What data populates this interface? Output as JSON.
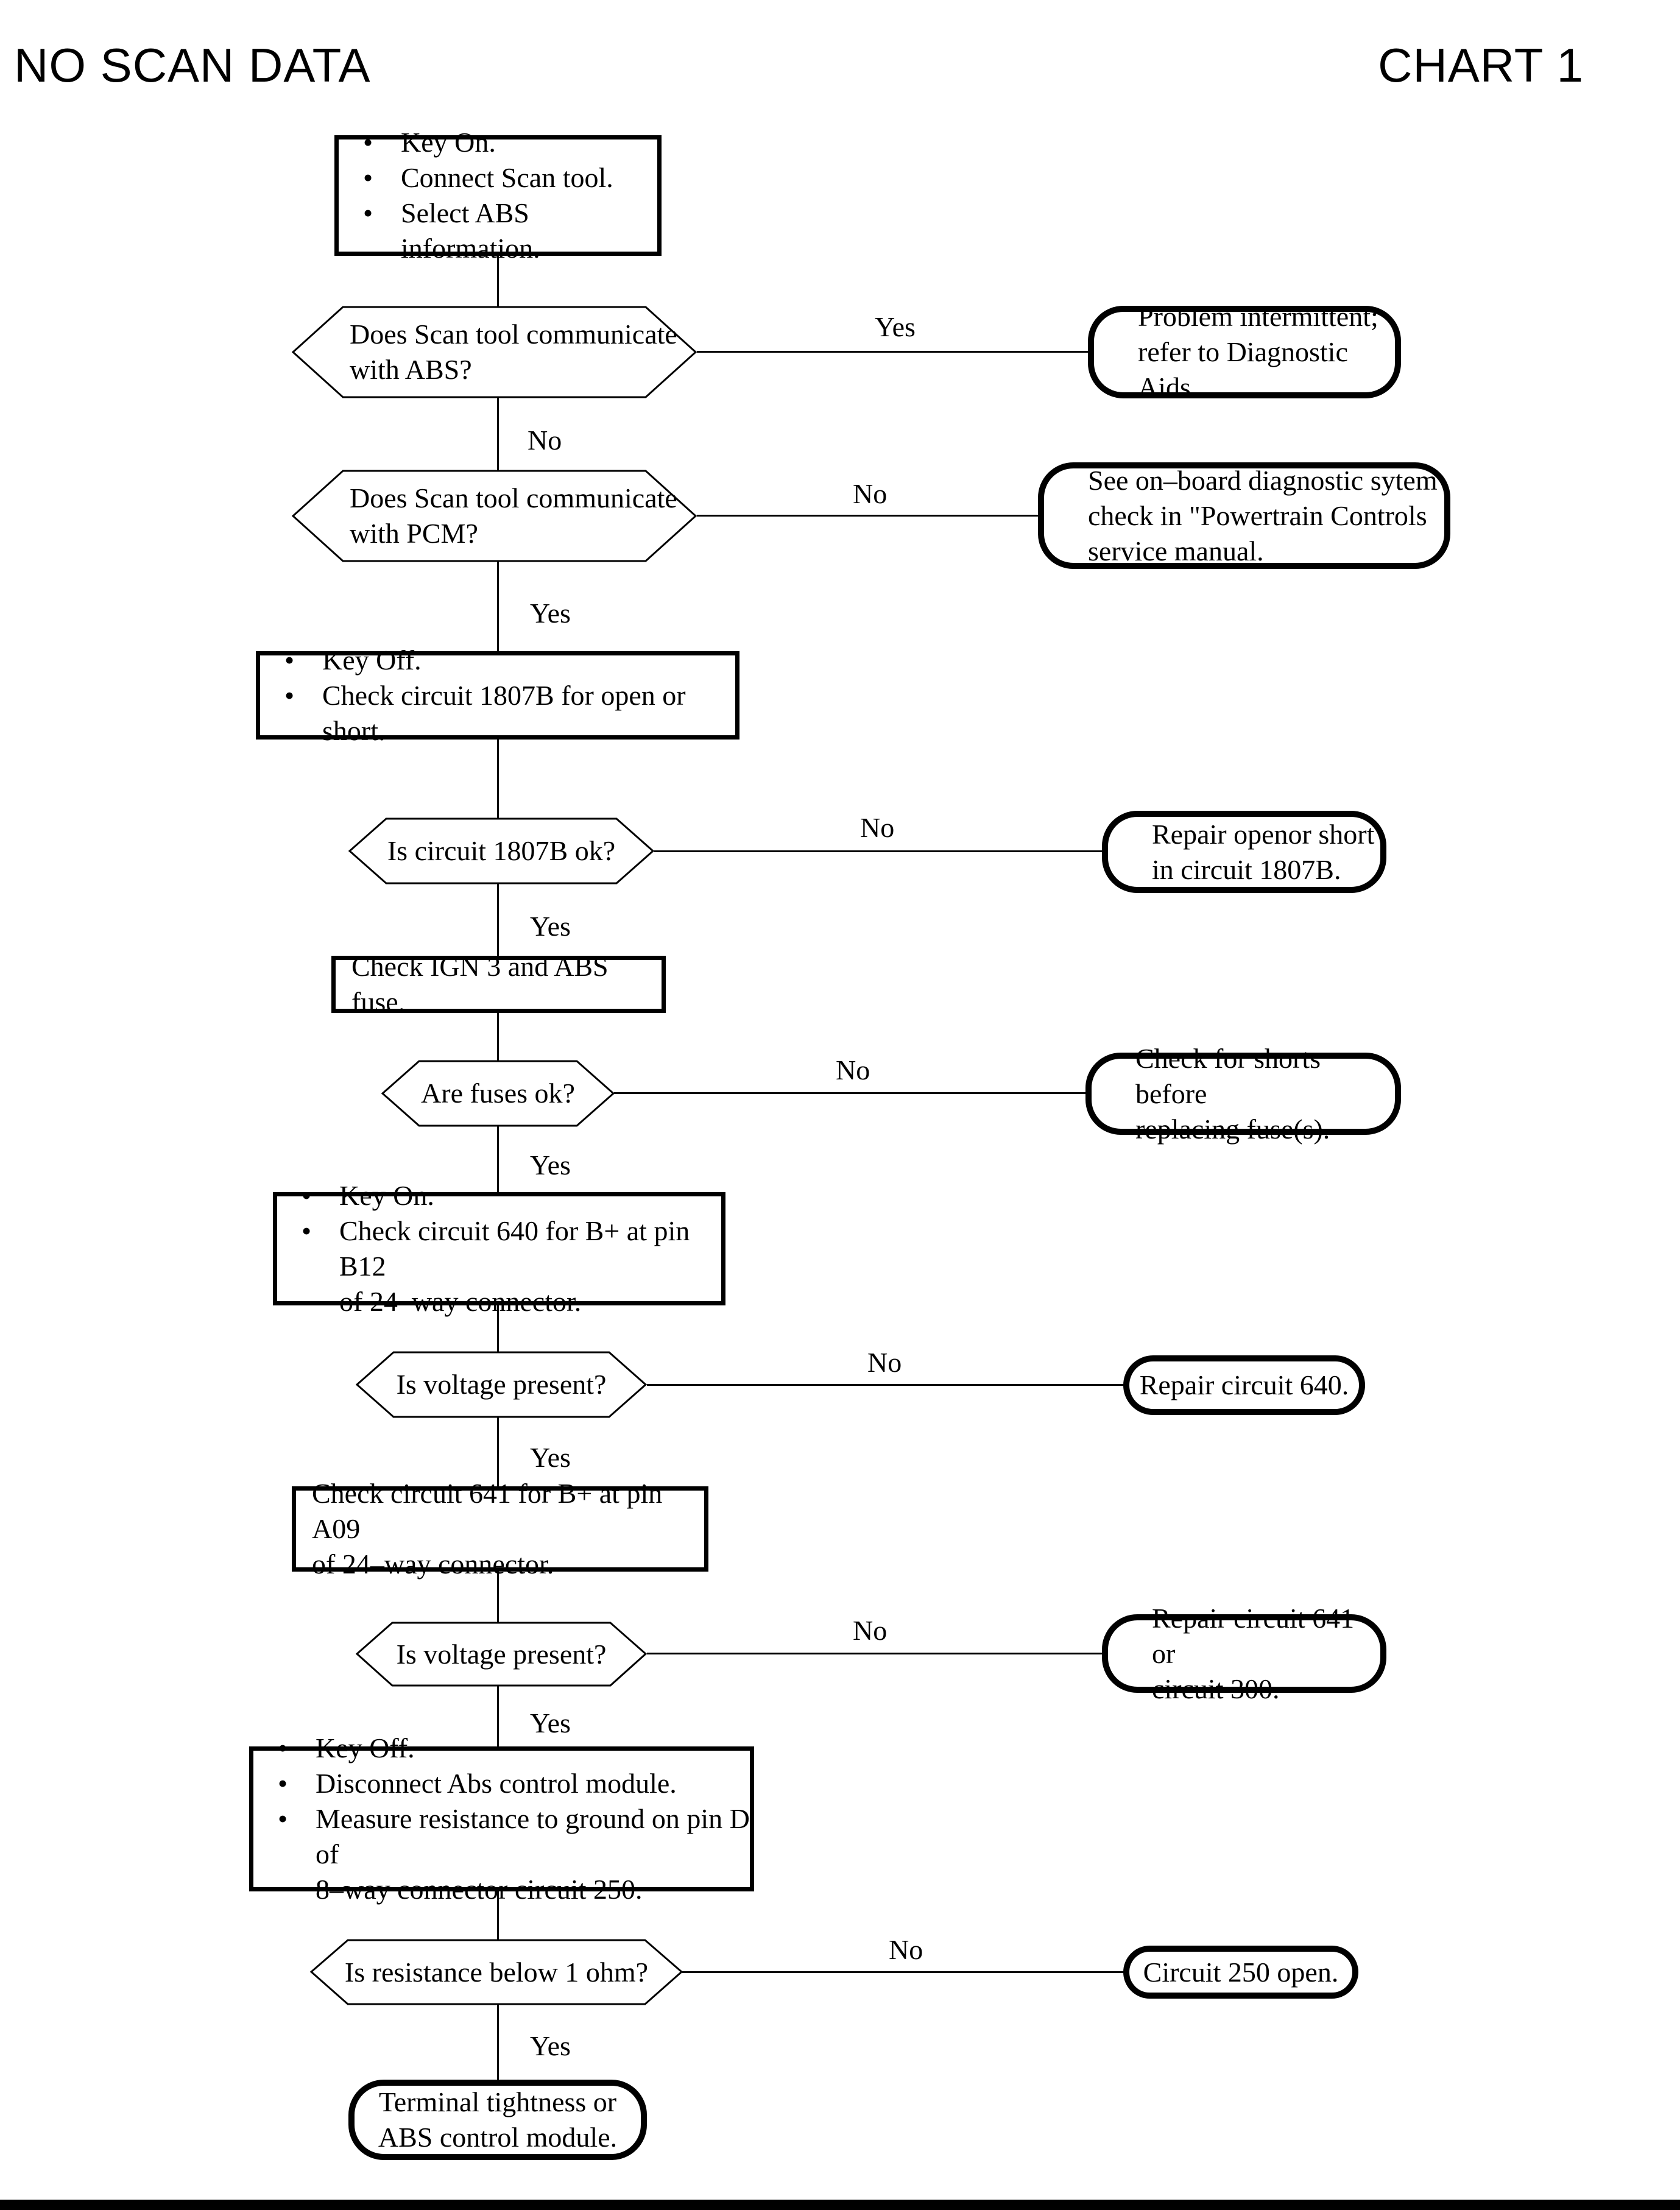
{
  "page": {
    "title": "NO SCAN DATA",
    "chart_label": "CHART 1"
  },
  "colors": {
    "ink": "#000000",
    "paper": "#ffffff"
  },
  "nodes": {
    "start": {
      "shape": "process",
      "lines": [
        "Key On.",
        "Connect Scan tool.",
        "Select ABS information."
      ]
    },
    "q_scan_abs": {
      "shape": "decision",
      "lines": [
        "Does Scan tool communicate",
        "with ABS?"
      ]
    },
    "r_intermittent": {
      "shape": "terminal",
      "lines": [
        "Problem intermittent;",
        "refer to Diagnostic Aids."
      ]
    },
    "q_scan_pcm": {
      "shape": "decision",
      "lines": [
        "Does Scan tool communicate",
        "with PCM?"
      ]
    },
    "r_obd": {
      "shape": "terminal",
      "lines": [
        "See on–board diagnostic sytem",
        "check in \"Powertrain Controls",
        "service manual."
      ]
    },
    "step_1807b": {
      "shape": "process",
      "lines": [
        "Key Off.",
        "Check circuit 1807B for open or short."
      ]
    },
    "q_1807b": {
      "shape": "decision",
      "lines": [
        "Is circuit 1807B ok?"
      ]
    },
    "r_1807b": {
      "shape": "terminal",
      "lines": [
        "Repair openor short",
        "in circuit 1807B."
      ]
    },
    "step_fuse": {
      "shape": "process",
      "lines": [
        "Check IGN 3 and ABS fuse."
      ]
    },
    "q_fuses": {
      "shape": "decision",
      "lines": [
        "Are fuses ok?"
      ]
    },
    "r_fuses": {
      "shape": "terminal",
      "lines": [
        "Check for shorts before",
        "replacing fuse(s)."
      ]
    },
    "step_640": {
      "shape": "process",
      "lines": [
        "Key On.",
        "Check circuit 640 for B+ at pin B12",
        "of 24–way connector."
      ]
    },
    "q_voltage_640": {
      "shape": "decision",
      "lines": [
        "Is voltage present?"
      ]
    },
    "r_640": {
      "shape": "terminal",
      "lines": [
        "Repair circuit 640."
      ]
    },
    "step_641": {
      "shape": "process",
      "lines": [
        "Check circuit 641 for B+ at pin A09",
        "of 24–way connector."
      ]
    },
    "q_voltage_641": {
      "shape": "decision",
      "lines": [
        "Is voltage present?"
      ]
    },
    "r_641": {
      "shape": "terminal",
      "lines": [
        "Repair circuit 641 or",
        "circuit 300."
      ]
    },
    "step_250": {
      "shape": "process",
      "lines": [
        "Key Off.",
        "Disconnect Abs control module.",
        "Measure resistance to ground on pin D of",
        "8–way connector circuit 250."
      ]
    },
    "q_resistance": {
      "shape": "decision",
      "lines": [
        "Is resistance below 1 ohm?"
      ]
    },
    "r_250": {
      "shape": "terminal",
      "lines": [
        "Circuit 250 open."
      ]
    },
    "r_terminal": {
      "shape": "terminal",
      "lines": [
        "Terminal tightness or",
        "ABS control module."
      ]
    }
  },
  "edge_labels": {
    "spine": [
      "No",
      "Yes",
      "Yes",
      "Yes",
      "Yes",
      "Yes",
      "Yes"
    ],
    "branch": [
      "Yes",
      "No",
      "No",
      "No",
      "No",
      "No",
      "No"
    ]
  }
}
